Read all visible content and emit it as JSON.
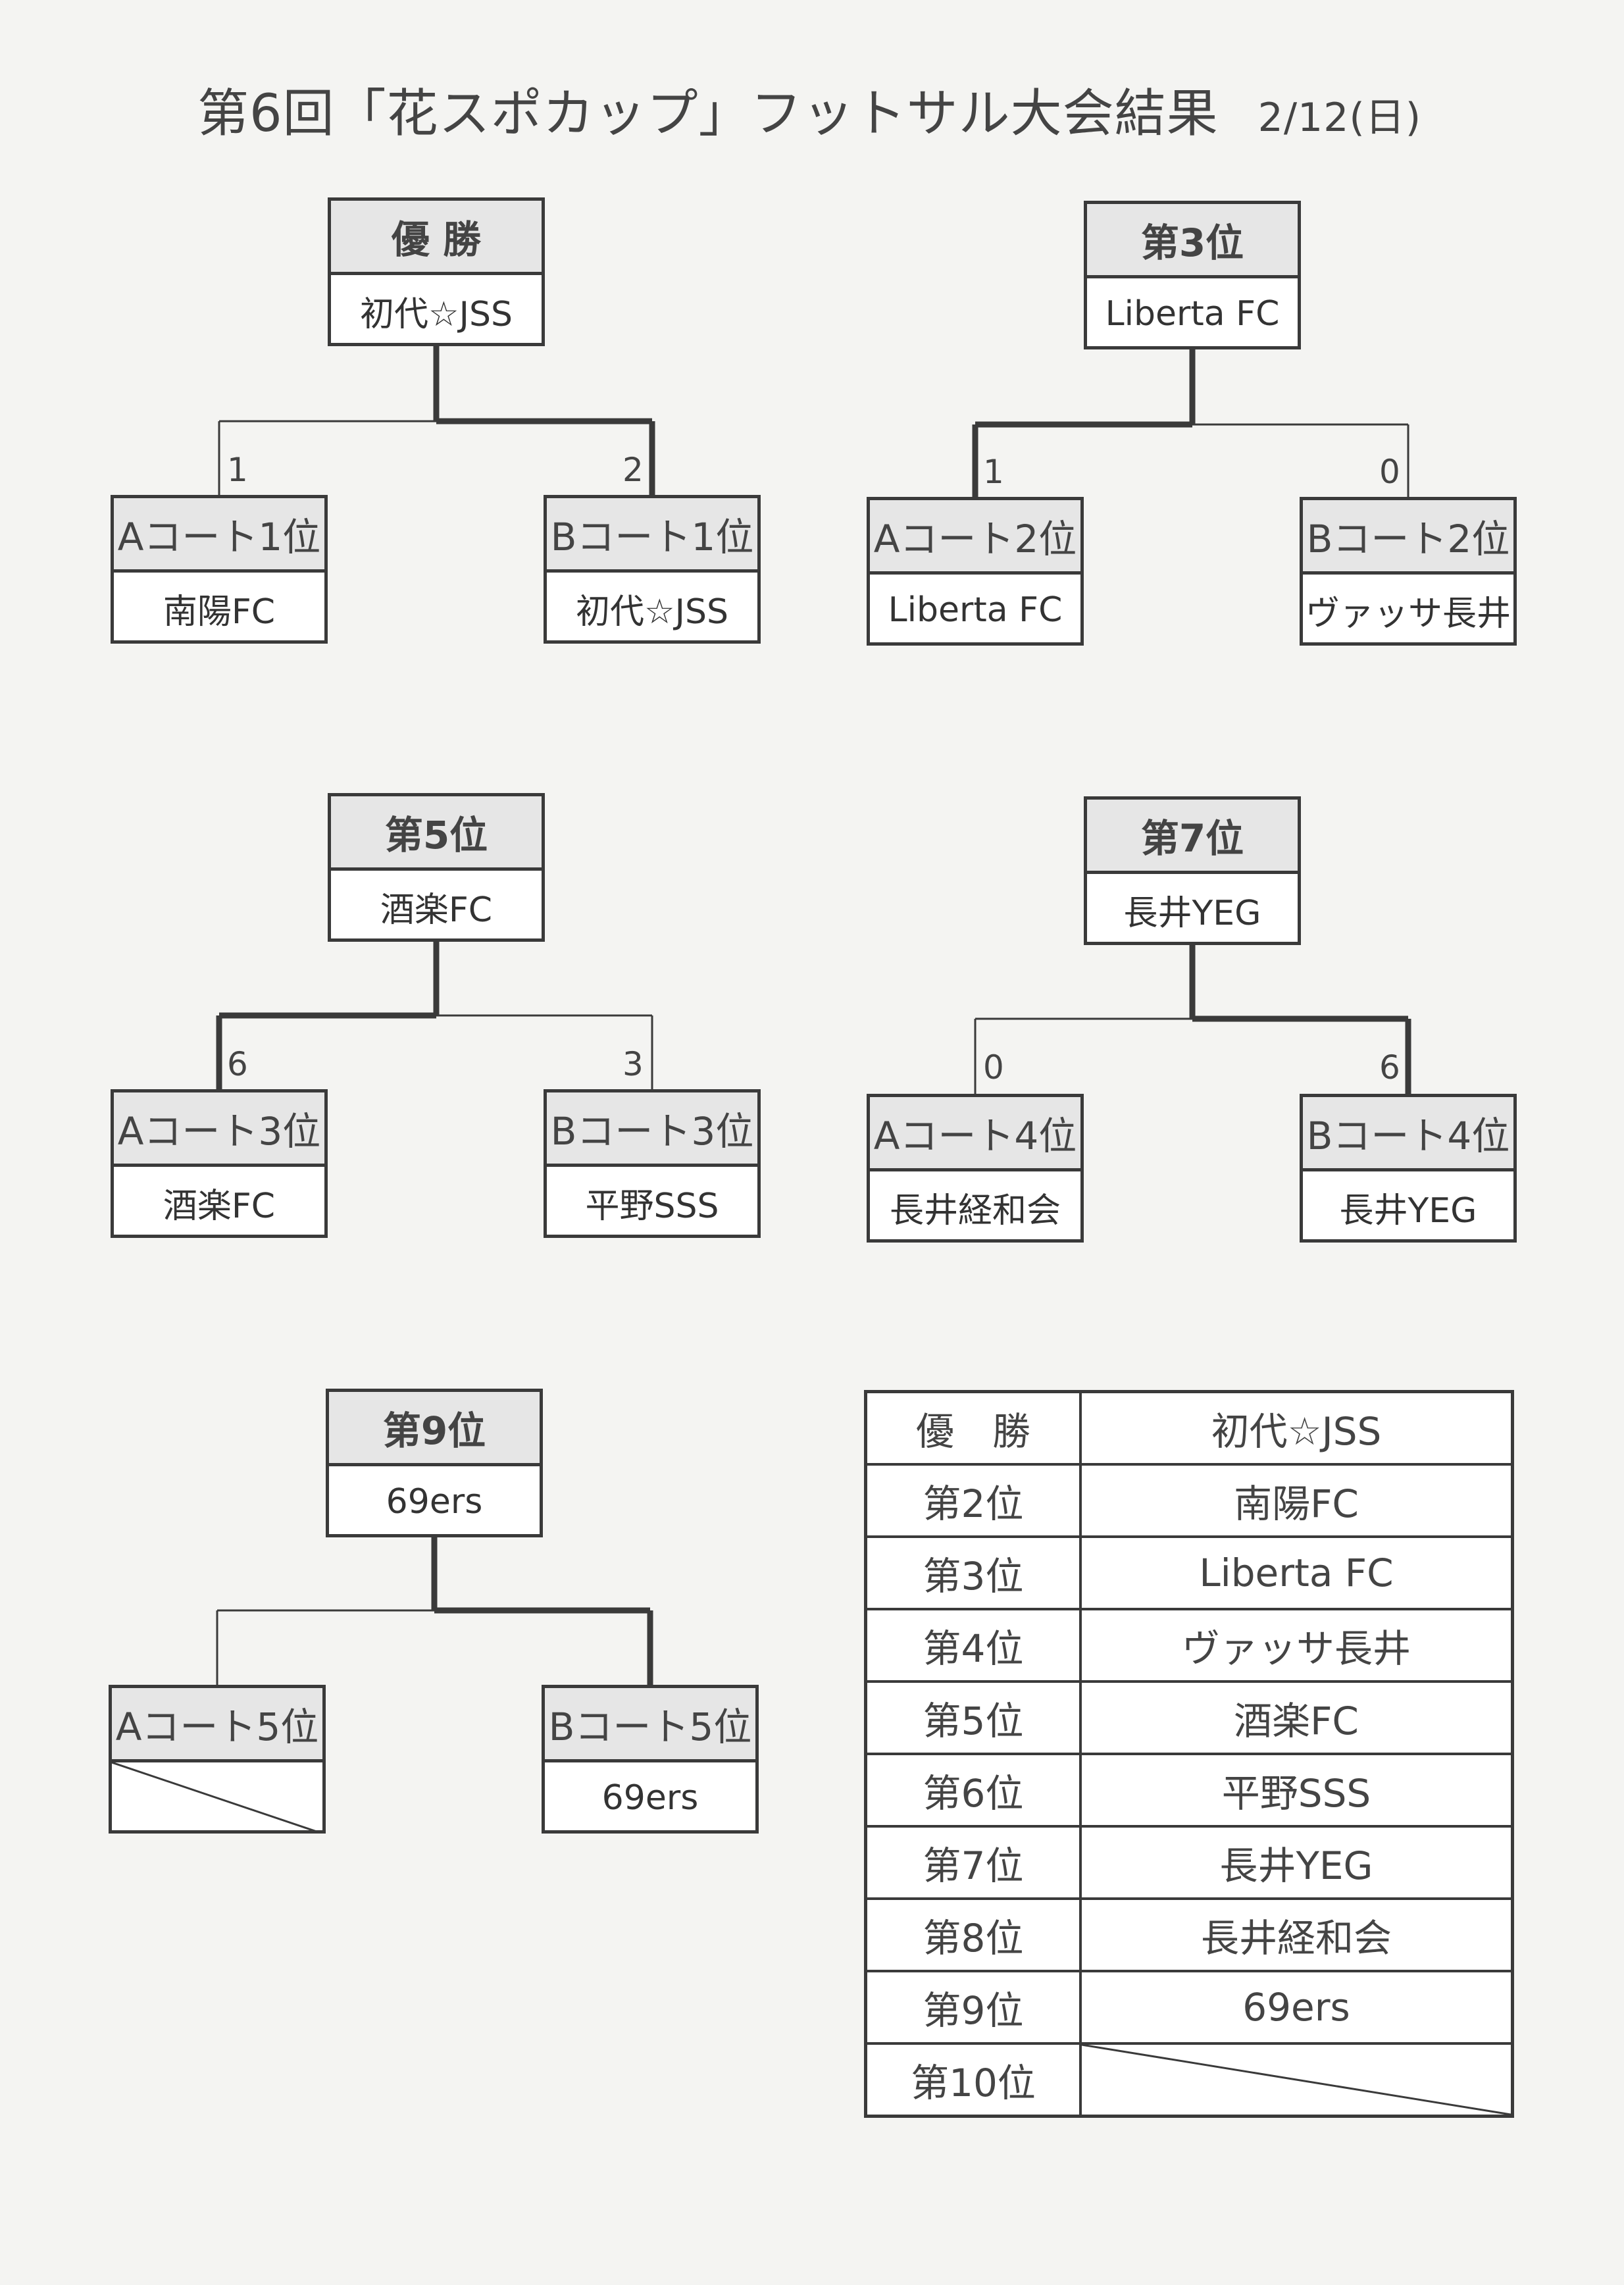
{
  "title": "第6回「花スポカップ」フットサル大会結果",
  "date": "2/12(日)",
  "brackets": {
    "champion": {
      "result_label": "優 勝",
      "result_team": "初代☆JSS",
      "left_label": "Aコート1位",
      "left_team": "南陽FC",
      "left_score": "1",
      "right_label": "Bコート1位",
      "right_team": "初代☆JSS",
      "right_score": "2"
    },
    "third": {
      "result_label": "第3位",
      "result_team": "Liberta FC",
      "left_label": "Aコート2位",
      "left_team": "Liberta FC",
      "left_score": "1",
      "right_label": "Bコート2位",
      "right_team": "ヴァッサ長井",
      "right_score": "0"
    },
    "fifth": {
      "result_label": "第5位",
      "result_team": "酒楽FC",
      "left_label": "Aコート3位",
      "left_team": "酒楽FC",
      "left_score": "6",
      "right_label": "Bコート3位",
      "right_team": "平野SSS",
      "right_score": "3"
    },
    "seventh": {
      "result_label": "第7位",
      "result_team": "長井YEG",
      "left_label": "Aコート4位",
      "left_team": "長井経和会",
      "left_score": "0",
      "right_label": "Bコート4位",
      "right_team": "長井YEG",
      "right_score": "6"
    },
    "ninth": {
      "result_label": "第9位",
      "result_team": "69ers",
      "left_label": "Aコート5位",
      "right_label": "Bコート5位",
      "right_team": "69ers"
    }
  },
  "standings": [
    {
      "rank": "優　勝",
      "team": "初代☆JSS"
    },
    {
      "rank": "第2位",
      "team": "南陽FC"
    },
    {
      "rank": "第3位",
      "team": "Liberta FC"
    },
    {
      "rank": "第4位",
      "team": "ヴァッサ長井"
    },
    {
      "rank": "第5位",
      "team": "酒楽FC"
    },
    {
      "rank": "第6位",
      "team": "平野SSS"
    },
    {
      "rank": "第7位",
      "team": "長井YEG"
    },
    {
      "rank": "第8位",
      "team": "長井経和会"
    },
    {
      "rank": "第9位",
      "team": "69ers"
    },
    {
      "rank": "第10位",
      "team": ""
    }
  ]
}
